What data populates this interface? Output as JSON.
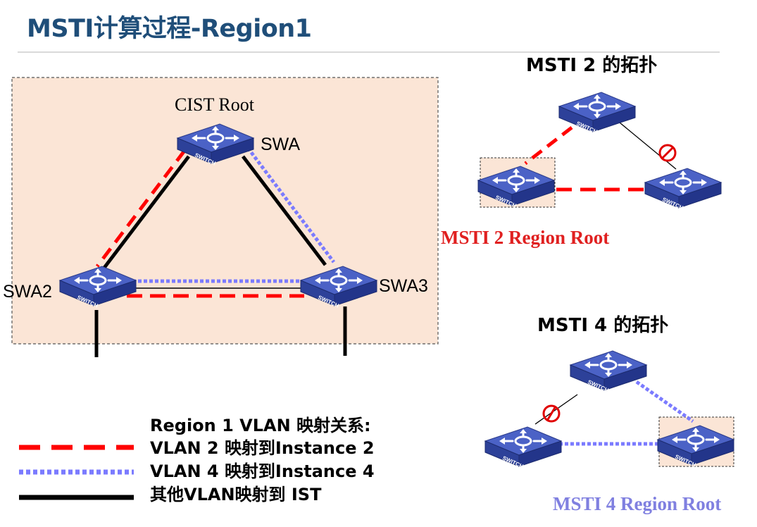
{
  "title": "MSTI计算过程-Region1",
  "region1": {
    "cist_root_label": "CIST Root",
    "swa_label": "SWA",
    "swa2_label": "SWA2",
    "swa3_label": "SWA3",
    "switch_text": "SWITCH"
  },
  "msti2": {
    "title": "MSTI 2 的拓扑",
    "region_root_label": "MSTI 2 Region Root"
  },
  "msti4": {
    "title": "MSTI 4 的拓扑",
    "region_root_label": "MSTI 4 Region Root"
  },
  "legend": {
    "heading": "Region 1 VLAN 映射关系:",
    "items": [
      {
        "label": "VLAN 2 映射到Instance 2",
        "color": "#ff0000",
        "style": "dashed"
      },
      {
        "label": "VLAN 4 映射到Instance 4",
        "color": "#7b7bff",
        "style": "dotted"
      },
      {
        "label": "其他VLAN映射到 IST",
        "color": "#000000",
        "style": "solid"
      }
    ]
  },
  "colors": {
    "title": "#1f4e79",
    "region_fill": "#fbe5d6",
    "switch_top": "#4a63c4",
    "switch_front": "#2a3f96",
    "vlan2": "#ff0000",
    "vlan4": "#7b7bff",
    "ist": "#000000",
    "msti2_root_text": "#e02020",
    "msti4_root_text": "#8080e0"
  }
}
